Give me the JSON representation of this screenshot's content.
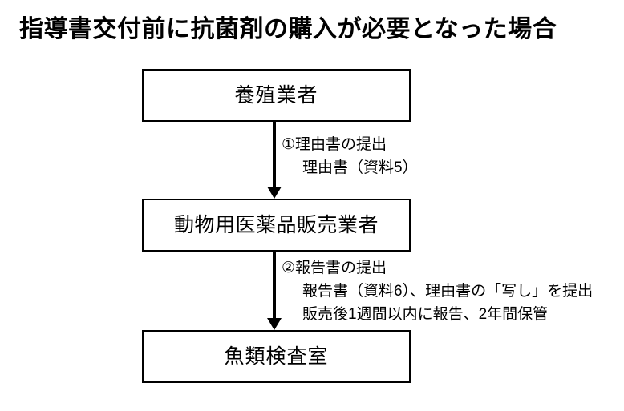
{
  "diagram": {
    "title": "指導書交付前に抗菌剤の購入が必要となった場合",
    "type": "flowchart",
    "orientation": "vertical",
    "colors": {
      "background": "#ffffff",
      "stroke": "#000000",
      "text": "#000000"
    },
    "nodes": [
      {
        "id": "node-1",
        "label": "養殖業者"
      },
      {
        "id": "node-2",
        "label": "動物用医薬品販売業者"
      },
      {
        "id": "node-3",
        "label": "魚類検査室"
      }
    ],
    "edges": [
      {
        "id": "edge-1",
        "from": "node-1",
        "to": "node-2",
        "arrowhead": "down-arrow-icon",
        "lines": [
          "①理由書の提出",
          "理由書（資料5）"
        ]
      },
      {
        "id": "edge-2",
        "from": "node-2",
        "to": "node-3",
        "arrowhead": "down-arrow-icon",
        "lines": [
          "②報告書の提出",
          "報告書（資料6）、理由書の「写し」を提出",
          "販売後1週間以内に報告、2年間保管"
        ]
      }
    ]
  }
}
